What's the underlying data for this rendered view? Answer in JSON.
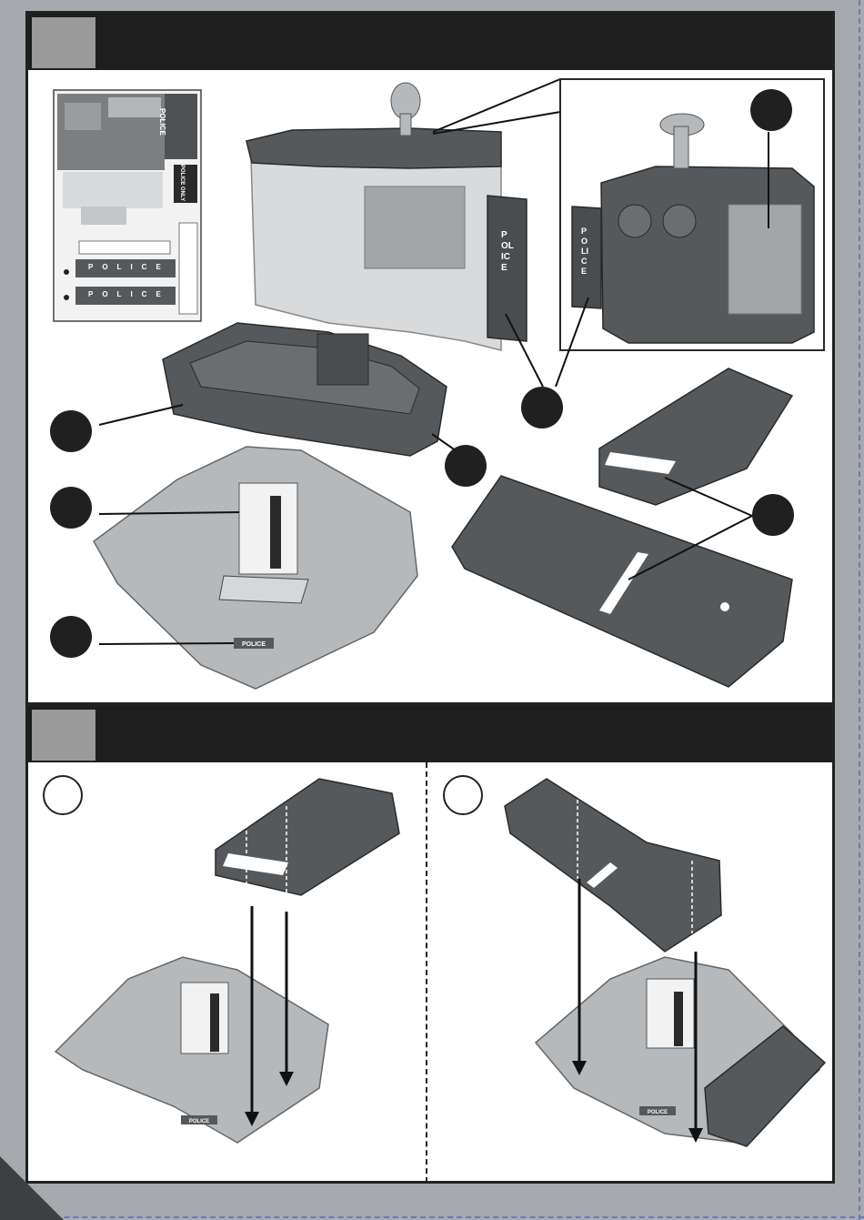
{
  "sticker_sheet": {
    "police_header": "POLICE",
    "police_only": "POLICE ONLY",
    "vertical_police_1": "POLICE",
    "vertical_police_2": "POLICE"
  },
  "building": {
    "door_label": "POLICE"
  },
  "back_view": {
    "door_label": "POLICE"
  },
  "base": {
    "plate_label": "POLICE"
  },
  "step2": {
    "left_plate_label": "POLICE",
    "right_plate_label": "POLICE"
  },
  "colors": {
    "dark_part": "#56595c",
    "light_part": "#b6b9bc",
    "mid_part": "#8d9094",
    "outline": "#2a2a2a",
    "page_bg": "#a6aaae"
  }
}
